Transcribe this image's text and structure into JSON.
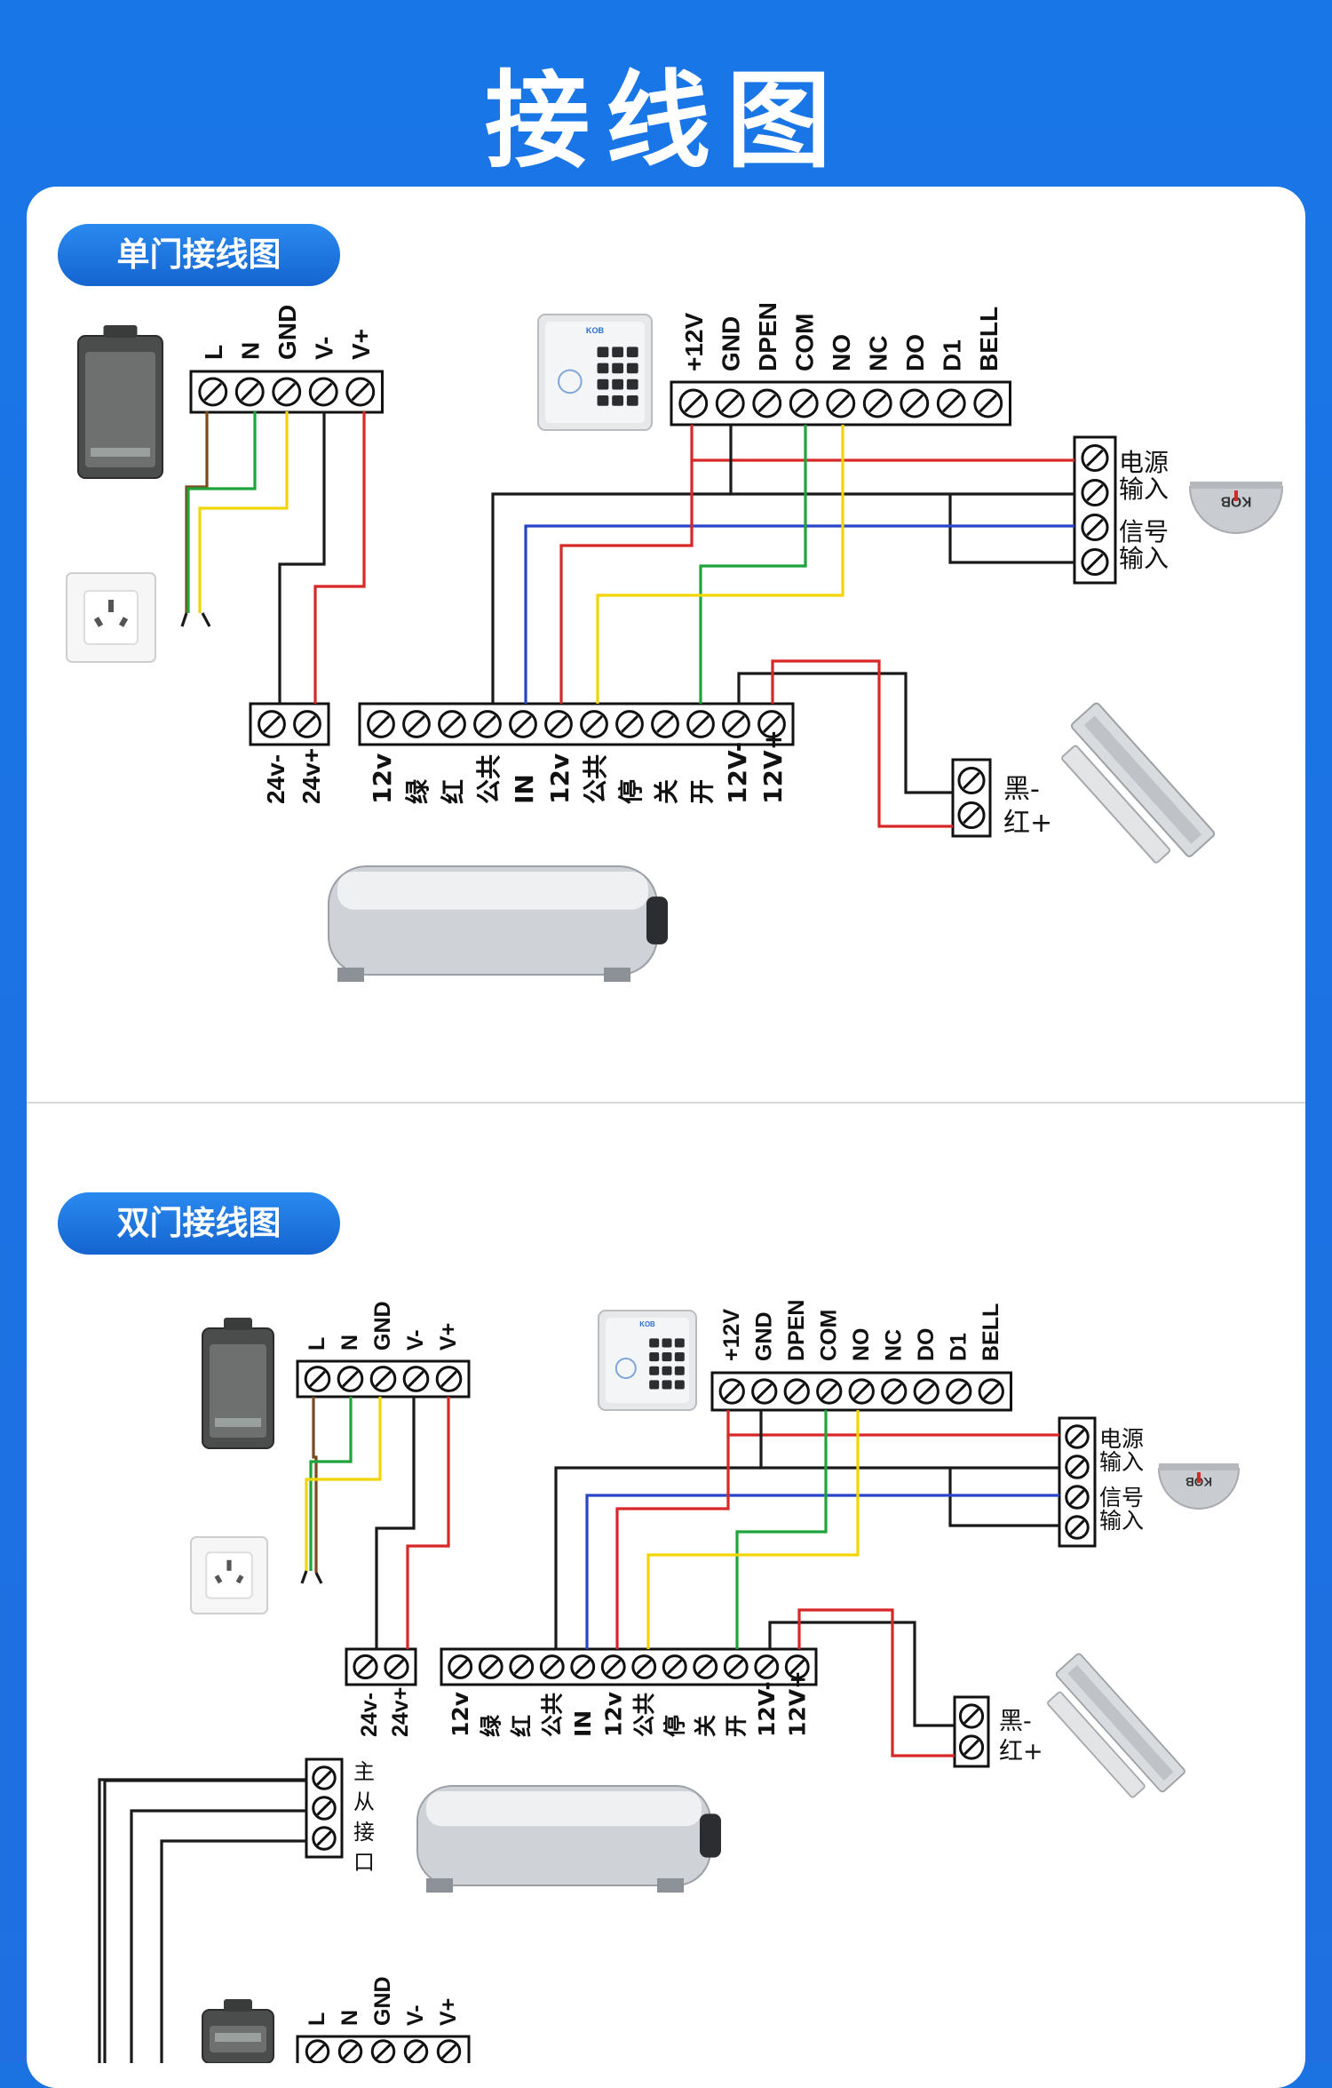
{
  "header": {
    "title": "接线图"
  },
  "single": {
    "section_title": "单门接线图",
    "power_terminals": [
      "L",
      "N",
      "GND",
      "V-",
      "V+"
    ],
    "reader_terminals": [
      "+12V",
      "GND",
      "DPEN",
      "COM",
      "NO",
      "NC",
      "DO",
      "D1",
      "BELL"
    ],
    "sensor_labels": [
      "电源",
      "输入",
      "信号",
      "输入"
    ],
    "supply_terminals": [
      "24v-",
      "24v+"
    ],
    "controller_terminals": [
      "12v",
      "绿",
      "红",
      "公共",
      "IN",
      "12v",
      "公共",
      "停",
      "关",
      "开",
      "12V-",
      "12V+"
    ],
    "lock_labels": [
      "黑-",
      "红+"
    ]
  },
  "double": {
    "section_title": "双门接线图",
    "power_terminals": [
      "L",
      "N",
      "GND",
      "V-",
      "V+"
    ],
    "reader_terminals": [
      "+12V",
      "GND",
      "DPEN",
      "COM",
      "NO",
      "NC",
      "DO",
      "D1",
      "BELL"
    ],
    "sensor_labels": [
      "电源",
      "输入",
      "信号",
      "输入"
    ],
    "supply_terminals": [
      "24v-",
      "24v+"
    ],
    "controller_terminals": [
      "12v",
      "绿",
      "红",
      "公共",
      "IN",
      "12v",
      "公共",
      "停",
      "关",
      "开",
      "12V-",
      "12V+"
    ],
    "lock_labels": [
      "黑-",
      "红+"
    ],
    "link_label": [
      "主",
      "从",
      "接",
      "口"
    ],
    "second_power_terminals": [
      "L",
      "N",
      "GND",
      "V-",
      "V+"
    ]
  },
  "devices": {
    "keypad_brand": "KOB",
    "sensor_brand": "KOB"
  },
  "wire_colors": {
    "red": "#d62828",
    "black": "#1a1a1a",
    "green": "#1fa33a",
    "yellow": "#f2d400",
    "blue": "#2b45c8",
    "brown": "#7a4a1e"
  }
}
